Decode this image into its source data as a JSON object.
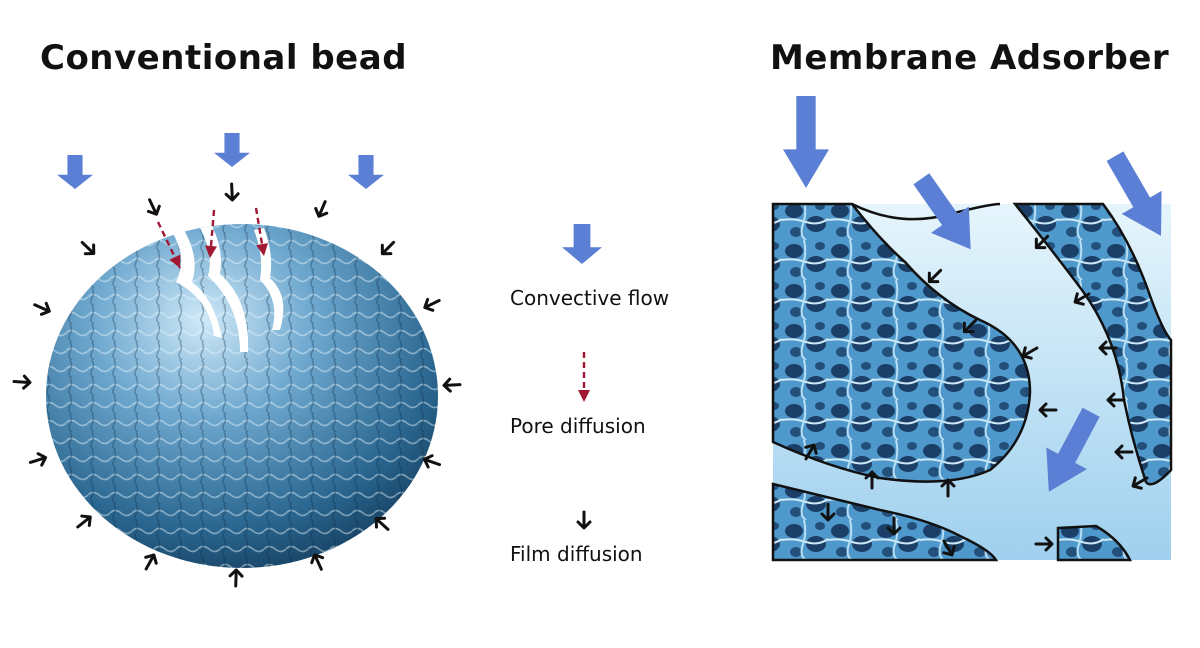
{
  "titles": {
    "left": "Conventional bead",
    "right": "Membrane Adsorber"
  },
  "legend": {
    "convective": "Convective flow",
    "pore": "Pore diffusion",
    "film": "Film diffusion"
  },
  "colors": {
    "convective_arrow": "#5a7fd4",
    "pore_arrow": "#a01832",
    "film_arrow": "#111111",
    "bead_light": "#cfe9f8",
    "bead_dark": "#123a5a",
    "membrane_bg": "#c8e6f5",
    "membrane_fiber": "#5fa6d8"
  }
}
